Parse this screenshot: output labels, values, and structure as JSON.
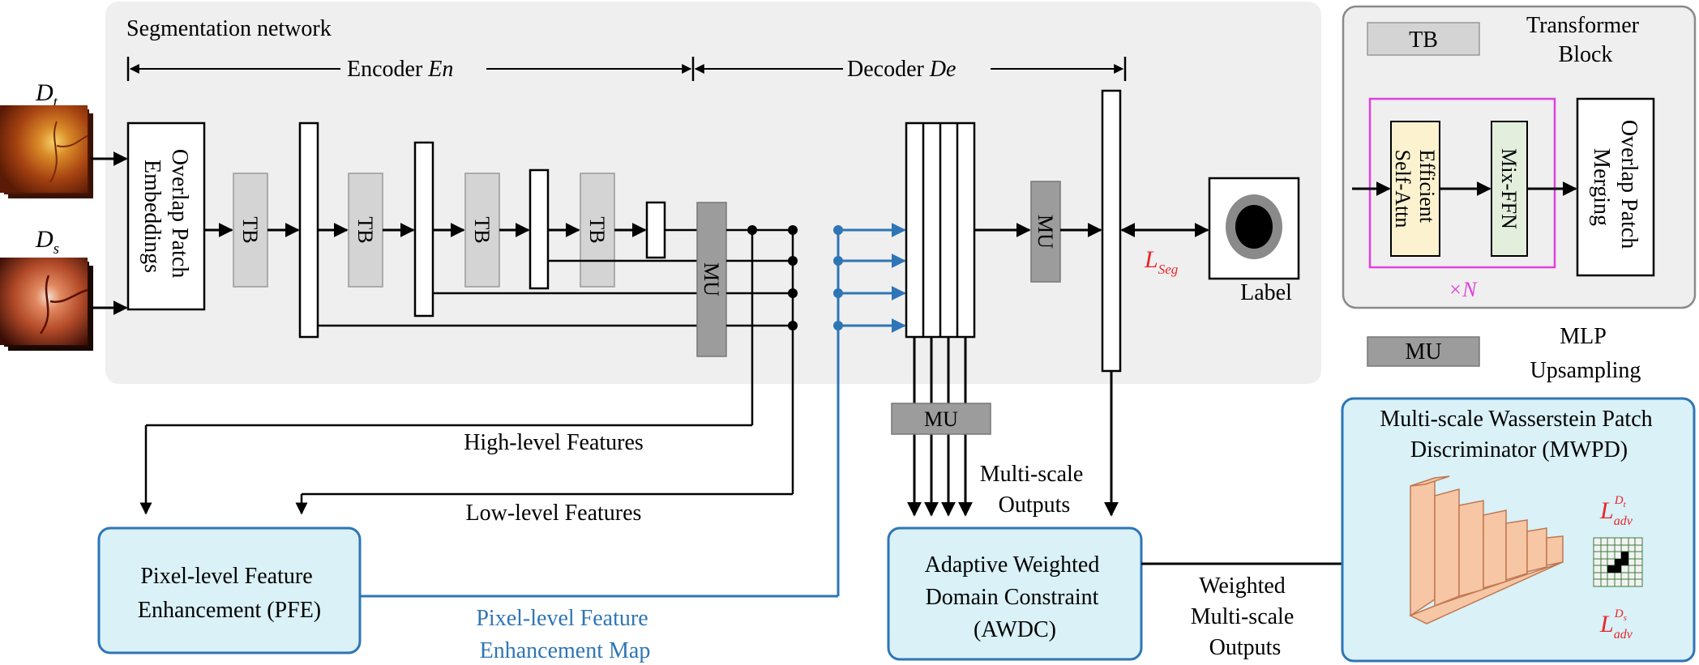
{
  "segmentation": {
    "title": "Segmentation network",
    "encoder_label": "Encoder",
    "encoder_symbol": "En",
    "decoder_label": "Decoder",
    "decoder_symbol": "De"
  },
  "inputs": {
    "target_label": "D",
    "target_sub": "t",
    "source_label": "D",
    "source_sub": "s"
  },
  "overlap_patch_embeddings": [
    "Overlap Patch",
    "Embeddings"
  ],
  "blocks": {
    "tb": "TB",
    "mu": "MU"
  },
  "loss_seg": {
    "symbol": "L",
    "sub": "Seg",
    "color": "#e8262a"
  },
  "label_caption": "Label",
  "transformer_block": {
    "legend_tb": "TB",
    "title": [
      "Transformer",
      "Block"
    ],
    "efficient_self_attn": [
      "Efficient",
      "Self-Attn"
    ],
    "mix_ffn": "Mix-FFN",
    "overlap_patch_merging": [
      "Overlap Patch",
      "Merging"
    ],
    "repeat": "×N",
    "repeat_color": "#e040e0"
  },
  "mlp_upsampling": {
    "legend_mu": "MU",
    "title": [
      "MLP",
      "Upsampling"
    ]
  },
  "features": {
    "high_level": "High-level Features",
    "low_level": "Low-level Features"
  },
  "pfe": {
    "title": [
      "Pixel-level Feature",
      "Enhancement (PFE)"
    ],
    "map_label": [
      "Pixel-level Feature",
      "Enhancement Map"
    ]
  },
  "multiscale_outputs": [
    "Multi-scale",
    "Outputs"
  ],
  "awdc": {
    "title": [
      "Adaptive Weighted",
      "Domain Constraint",
      "(AWDC)"
    ]
  },
  "weighted_outputs": [
    "Weighted",
    "Multi-scale",
    "Outputs"
  ],
  "mwpd": {
    "title": [
      "Multi-scale Wasserstein Patch",
      "Discriminator (MWPD)"
    ],
    "loss_t": {
      "symbol": "L",
      "sub": "adv",
      "sup": "D",
      "supsub": "t"
    },
    "loss_s": {
      "symbol": "L",
      "sub": "adv",
      "sup": "D",
      "supsub": "s"
    }
  },
  "colors": {
    "gray_block": "#d4d4d4",
    "dark_block": "#9c9c9c",
    "panel_bg": "#efefef",
    "blue": "#2e75b6",
    "box_fill": "#d9f1f7",
    "box_stroke": "#2e75b6",
    "attn_fill": "#fdf2cf",
    "ffn_fill": "#e3efdc",
    "disc_fill": "#f7c6a5"
  }
}
